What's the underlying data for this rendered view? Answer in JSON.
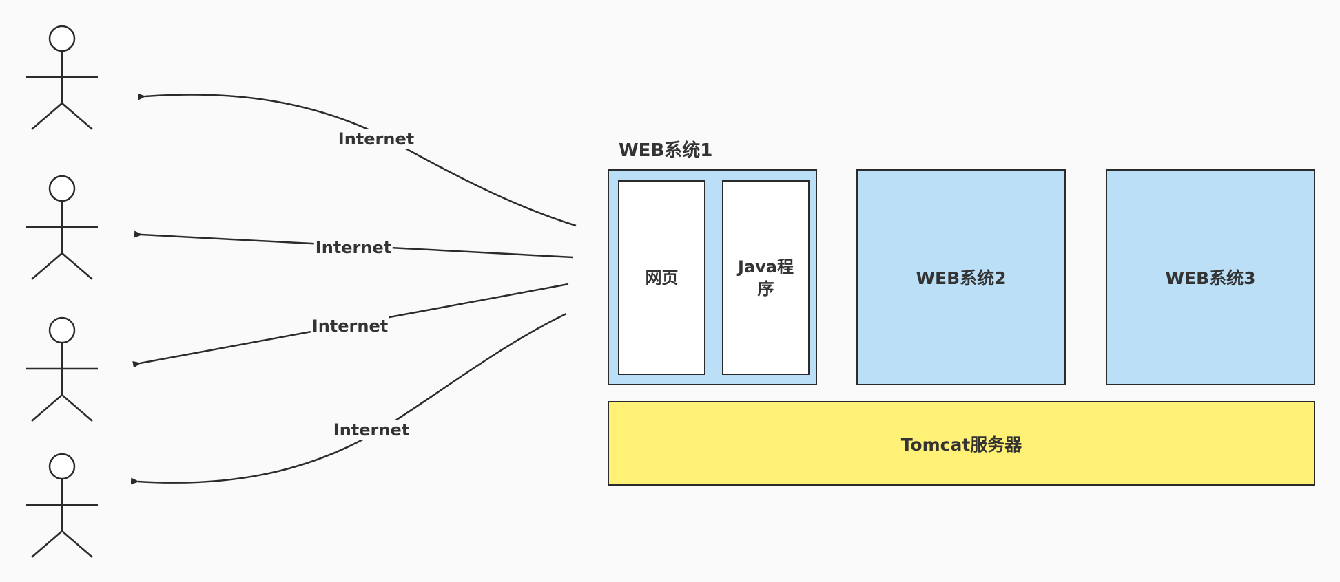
{
  "diagram": {
    "edge_labels": [
      "Internet",
      "Internet",
      "Internet",
      "Internet"
    ],
    "web1": {
      "title": "WEB系统1",
      "webpage_label": "网页",
      "java_label": "Java程\n序"
    },
    "web2_label": "WEB系统2",
    "web3_label": "WEB系统3",
    "tomcat_label": "Tomcat服务器"
  }
}
